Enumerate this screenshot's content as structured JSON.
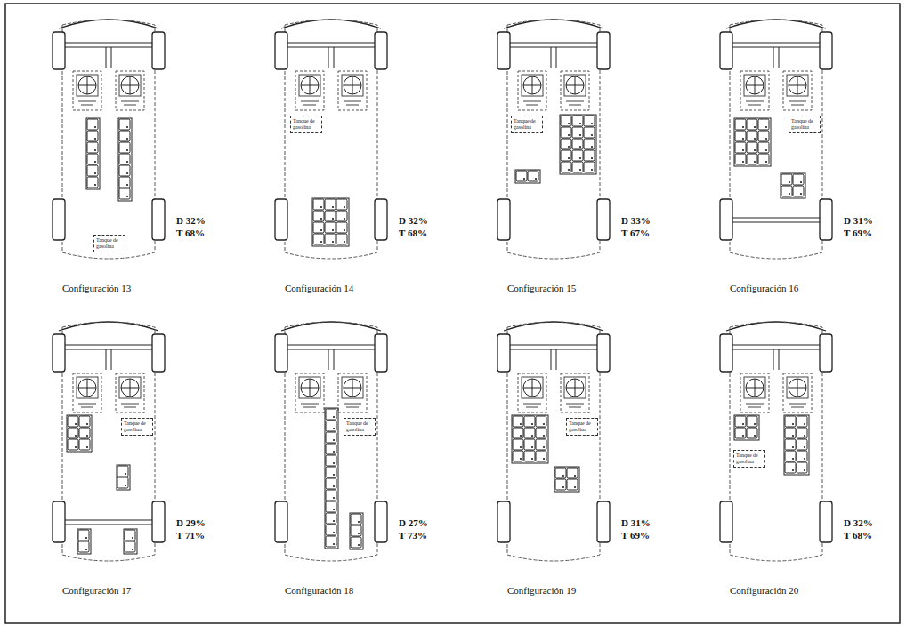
{
  "diagram": {
    "nodes": [
      {
        "text": [
          "Tanque de gasolina"
        ]
      },
      {
        "text": [
          "Tanque de gasolina"
        ]
      },
      {
        "text": [
          "Tanque de gasolina"
        ]
      },
      {
        "text": [
          "Tanque de gasolina"
        ]
      },
      {
        "text": [
          "Tanque de gasolina"
        ]
      },
      {
        "text": [
          "Tanque de gasolina"
        ]
      },
      {
        "text": [
          "Tanque de gasolina"
        ]
      },
      {
        "text": [
          "Tanque de gasolina"
        ]
      }
    ],
    "labels": [
      "D 32%",
      "T 68%",
      "Configuración 13",
      "D 32%",
      "T 68%",
      "Configuración 14",
      "D 33%",
      "T 67%",
      "Configuración 15",
      "D 31%",
      "T 69%",
      "Configuración 16",
      "D 29%",
      "T 71%",
      "Configuración 17",
      "D 27%",
      "T 73%",
      "Configuración 18",
      "D 31%",
      "T 69%",
      "Configuración 19",
      "D 32%",
      "T 68%",
      "Configuración 20"
    ]
  }
}
